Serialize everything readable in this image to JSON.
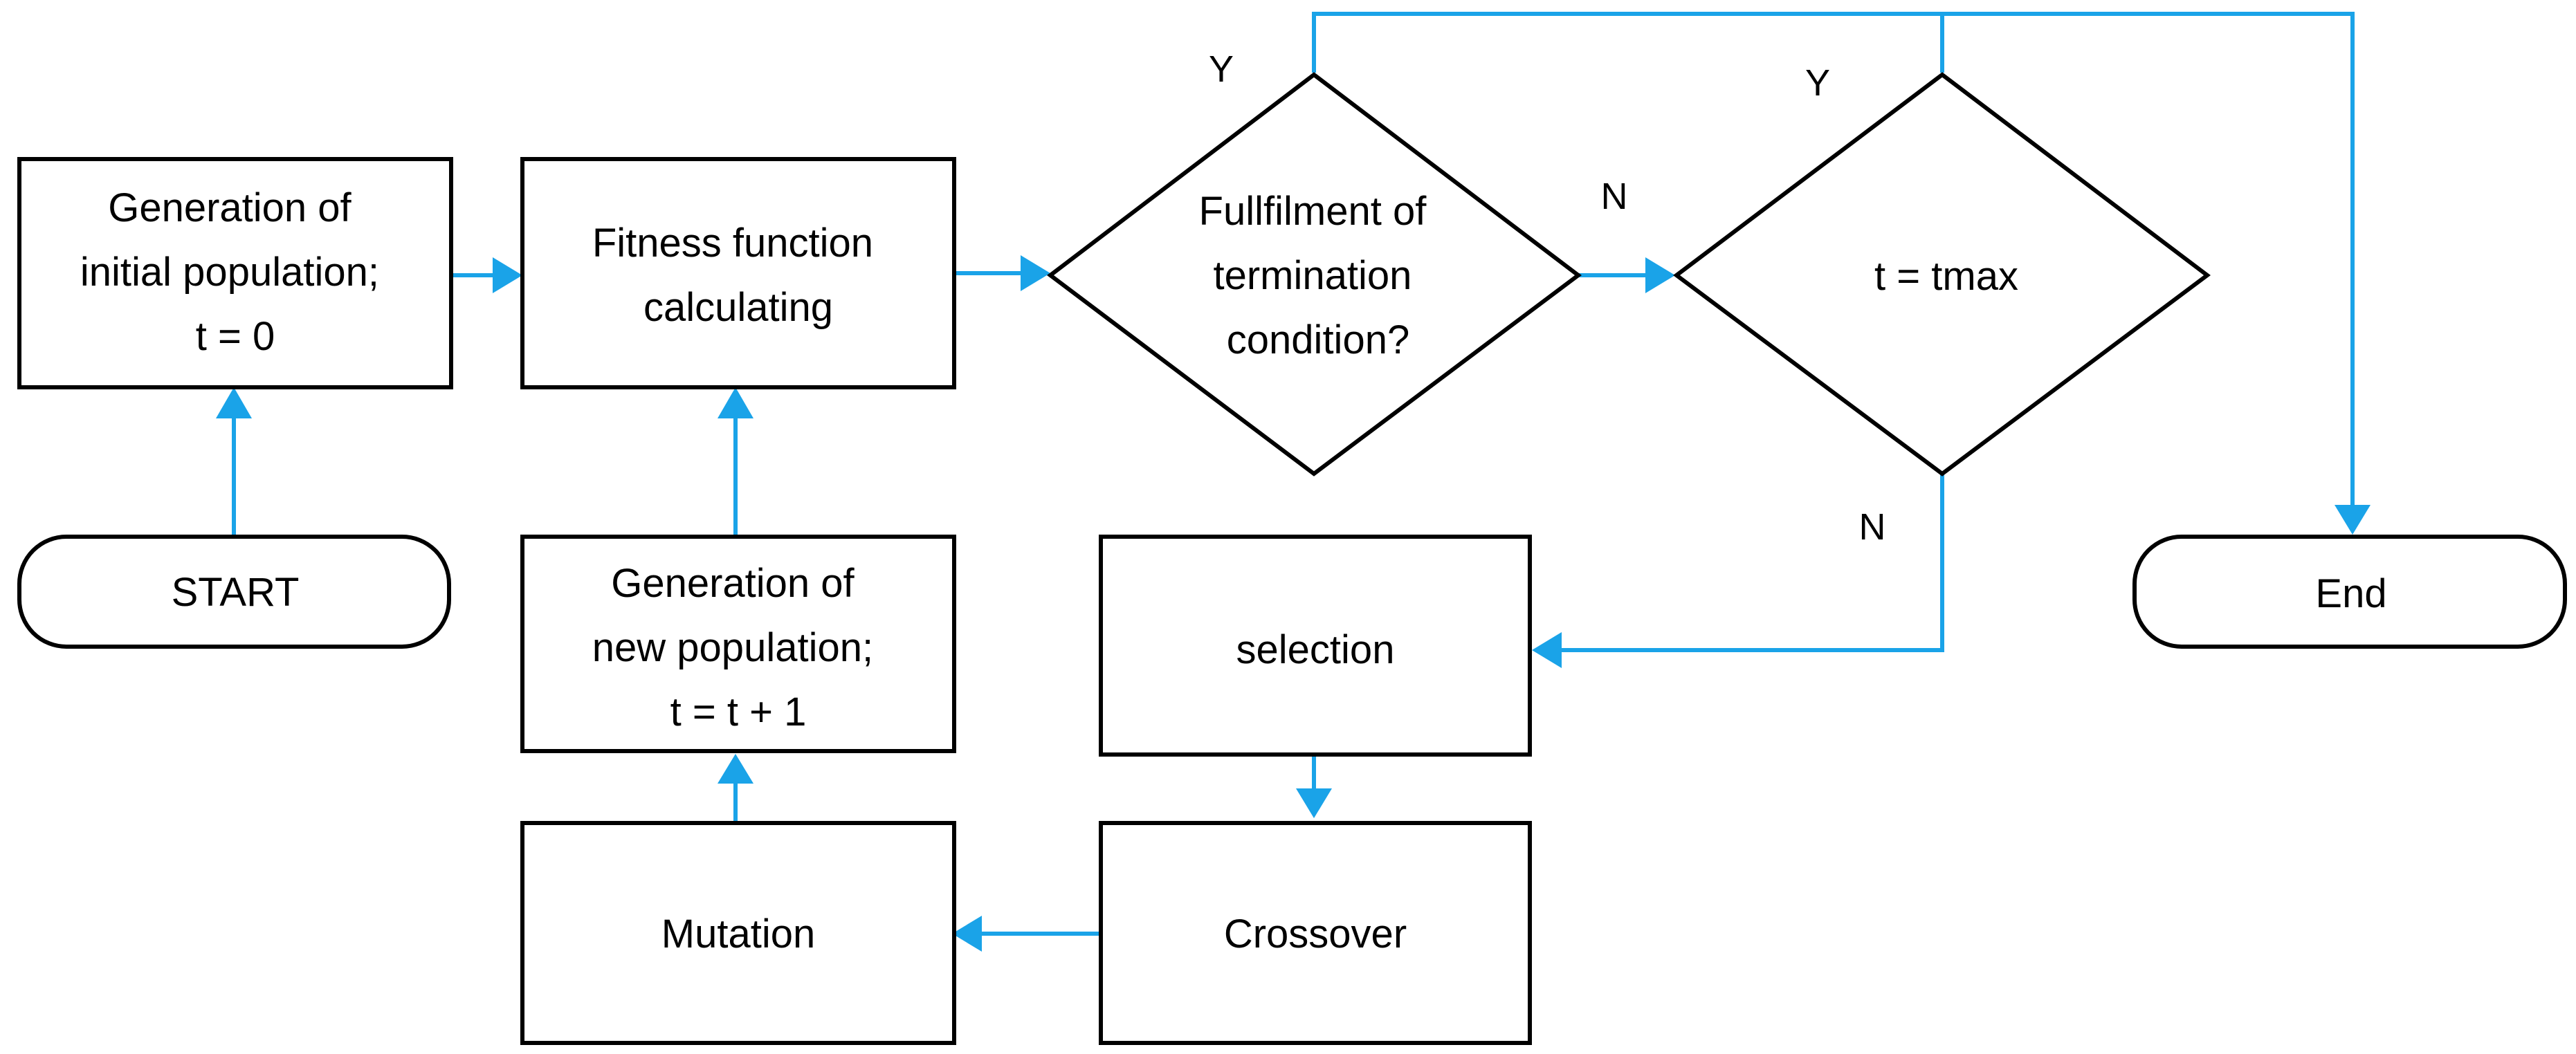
{
  "nodes": {
    "init_population": {
      "lines": [
        "Generation of",
        "initial population;",
        "t = 0"
      ]
    },
    "fitness": {
      "lines": [
        "Fitness function",
        "calculating"
      ]
    },
    "termination": {
      "lines": [
        "Fullfilment of",
        "termination",
        "condition?"
      ]
    },
    "tmax": {
      "lines": [
        "t = tmax"
      ]
    },
    "start": {
      "lines": [
        "START"
      ]
    },
    "new_population": {
      "lines": [
        "Generation of",
        "new population;",
        "t = t + 1"
      ]
    },
    "selection": {
      "lines": [
        "selection"
      ]
    },
    "end": {
      "lines": [
        "End"
      ]
    },
    "mutation": {
      "lines": [
        "Mutation"
      ]
    },
    "crossover": {
      "lines": [
        "Crossover"
      ]
    }
  },
  "branch_labels": {
    "termination_yes": "Y",
    "termination_no": "N",
    "tmax_yes": "Y",
    "tmax_no": "N"
  },
  "colors": {
    "arrow": "#1aa3e8",
    "stroke": "#000000",
    "background": "#ffffff"
  }
}
